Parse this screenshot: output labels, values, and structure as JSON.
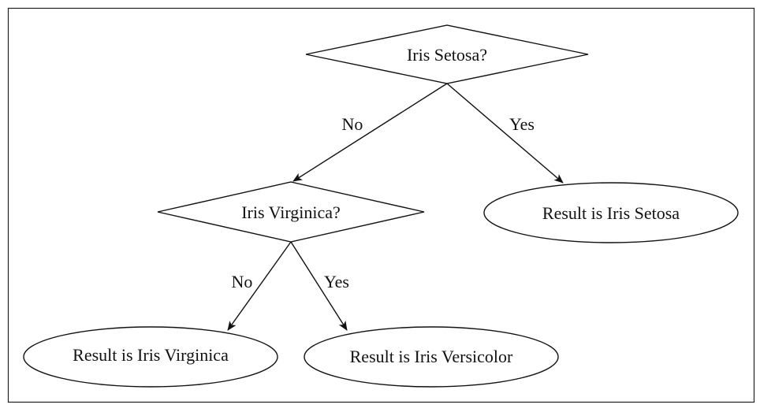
{
  "decisions": {
    "root": "Iris Setosa?",
    "second": "Iris Virginica?"
  },
  "results": {
    "setosa": "Result is Iris Setosa",
    "virginica": "Result is Iris Virginica",
    "versicolor": "Result is Iris Versicolor"
  },
  "edges": {
    "root_no": "No",
    "root_yes": "Yes",
    "second_no": "No",
    "second_yes": "Yes"
  }
}
